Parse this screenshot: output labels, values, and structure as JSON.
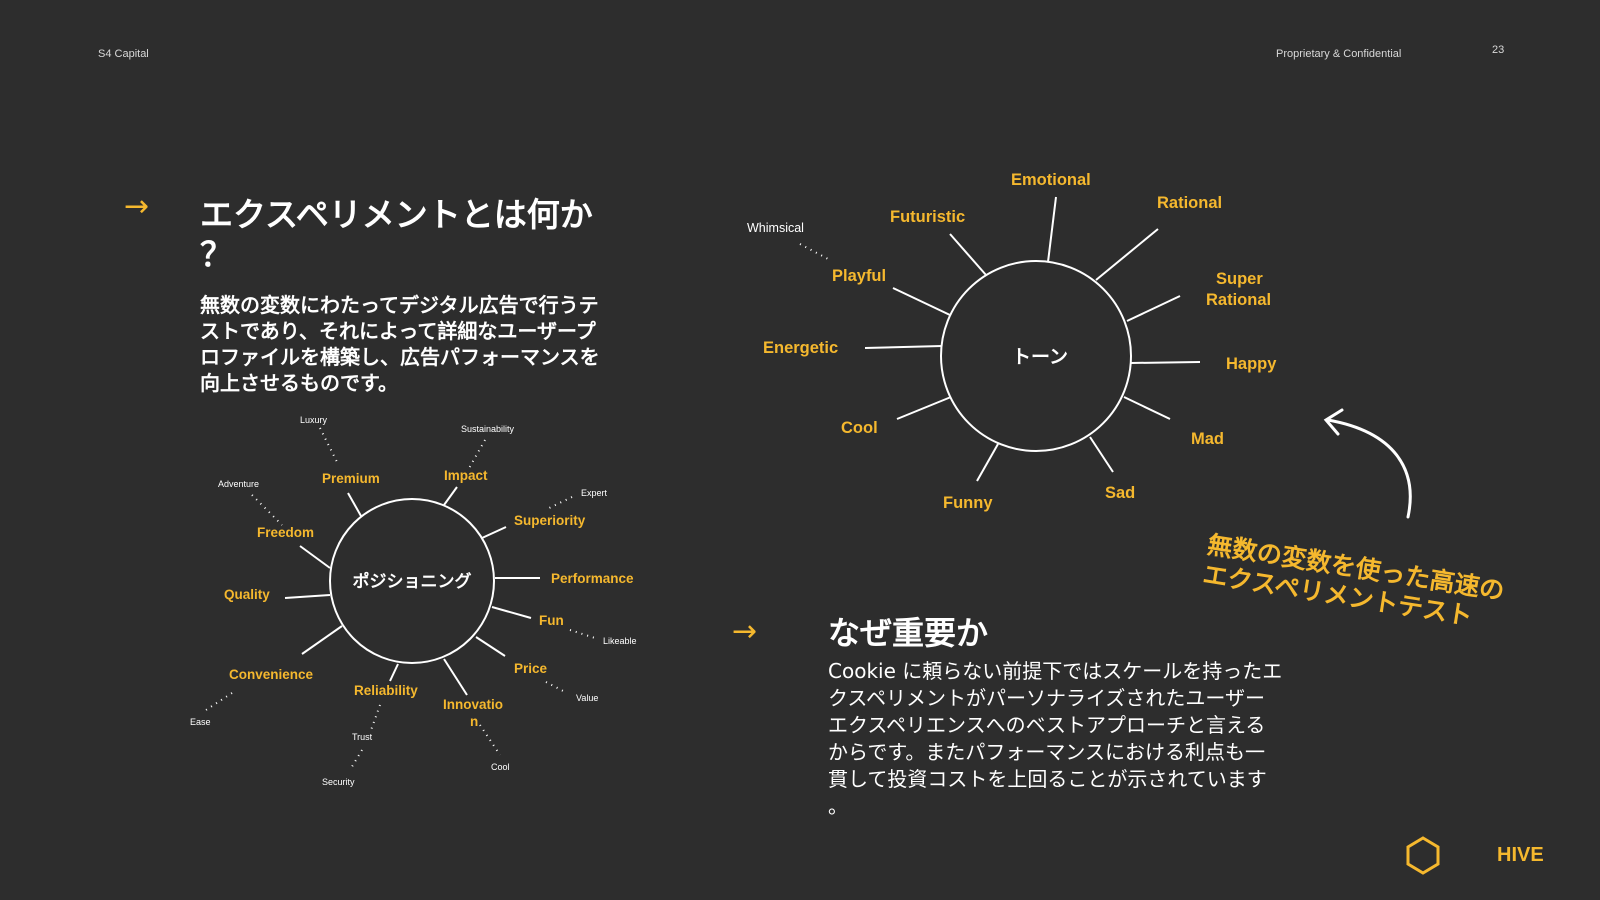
{
  "header": {
    "left": "S4 Capital",
    "right": "Proprietary & Confidential",
    "page_number": "23"
  },
  "section1": {
    "arrow": "→",
    "title_line1": "エクスペリメントとは何か",
    "title_line2": "？",
    "body": [
      "無数の変数にわたってデジタル広告で行うテ",
      "ストであり、それによって詳細なユーザープ",
      "ロファイルを構築し、広告パフォーマンスを",
      "向上させるものです。"
    ]
  },
  "section2": {
    "arrow": "→",
    "title": "なぜ重要か",
    "body": [
      "Cookie に頼らない前提下ではスケールを持ったエ",
      "クスペリメントがパーソナライズされたユーザー",
      "エクスペリエンスへのベストアプローチと言える",
      "からです。またパフォーマンスにおける利点も一",
      "貫して投資コストを上回ることが示されています",
      "。"
    ]
  },
  "callout": {
    "line1": "無数の変数を使った高速の",
    "line2": "エクスペリメントテスト"
  },
  "positioning_diagram": {
    "center": "ポジショニング",
    "primary": [
      "Premium",
      "Impact",
      "Superiority",
      "Performance",
      "Fun",
      "Price",
      "Innovation",
      "Reliability",
      "Convenience",
      "Quality",
      "Freedom"
    ],
    "secondary": [
      "Luxury",
      "Sustainability",
      "Expert",
      "Likeable",
      "Value",
      "Cool",
      "Trust",
      "Security",
      "Ease",
      "Adventure"
    ]
  },
  "tone_diagram": {
    "center": "トーン",
    "primary": [
      "Emotional",
      "Rational",
      "Super",
      "Rational",
      "Happy",
      "Mad",
      "Sad",
      "Funny",
      "Cool",
      "Energetic",
      "Playful",
      "Futuristic"
    ],
    "secondary": [
      "Whimsical"
    ]
  },
  "logo": {
    "text": "HIVE",
    "color": "#f5b82e"
  },
  "colors": {
    "background": "#2d2d2d",
    "accent": "#f5b82e",
    "text": "#ffffff"
  }
}
